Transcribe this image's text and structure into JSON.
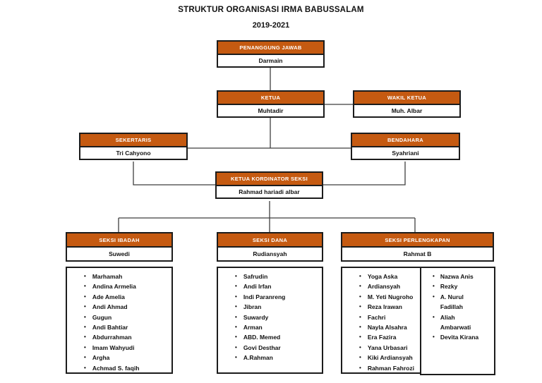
{
  "header": {
    "title": "STRUKTUR ORGANISASI IRMA BABUSSALAM",
    "subtitle": "2019-2021"
  },
  "colors": {
    "header_bg": "#C55A11",
    "header_text": "#FFFFFF",
    "box_border": "#1C1C1C",
    "line": "#3F3F3F",
    "text": "#111111",
    "bg": "#FFFFFF"
  },
  "nodes": {
    "penanggung_jawab": {
      "title": "PENANGGUNG JAWAB",
      "name": "Darmain"
    },
    "ketua": {
      "title": "KETUA",
      "name": "Muhtadir"
    },
    "wakil_ketua": {
      "title": "WAKIL KETUA",
      "name": "Muh. Albar"
    },
    "sekertaris": {
      "title": "SEKERTARIS",
      "name": "Tri Cahyono"
    },
    "bendahara": {
      "title": "BENDAHARA",
      "name": "Syahriani"
    },
    "ketua_kordinator_seksi": {
      "title": "KETUA KORDINATOR SEKSI",
      "name": "Rahmad hariadi albar"
    },
    "seksi_ibadah": {
      "title": "SEKSI IBADAH",
      "name": "Suwedi",
      "members": [
        "Marhamah",
        "Andina Armelia",
        "Ade Amelia",
        "Andi Ahmad",
        "Gugun",
        "Andi Bahtiar",
        "Abdurrahman",
        "Imam Wahyudi",
        "Argha",
        "Achmad S. faqih"
      ]
    },
    "seksi_dana": {
      "title": "SEKSI DANA",
      "name": "Rudiansyah",
      "members": [
        "Safrudin",
        "Andi Irfan",
        "Indi Paranreng",
        "Jibran",
        "Suwardy",
        "Arman",
        "ABD. Memed",
        "Govi Desthar",
        "A.Rahman"
      ]
    },
    "seksi_perlengkapan": {
      "title": "SEKSI PERLENGKAPAN",
      "name": "Rahmat B",
      "members_col1": [
        "Yoga Aska",
        "Ardiansyah",
        "M. Yeti Nugroho",
        "Reza Irawan",
        "Fachri",
        "Nayla Alsahra",
        "Era Fazira",
        "Yana Urbasari",
        "Kiki Ardiansyah",
        "Rahman Fahrozi"
      ],
      "members_col2": [
        "Nazwa Anis",
        "Rezky",
        "A. Nurul Fadillah",
        "Aliah Ambarwati",
        "Devita Kirana"
      ]
    }
  }
}
